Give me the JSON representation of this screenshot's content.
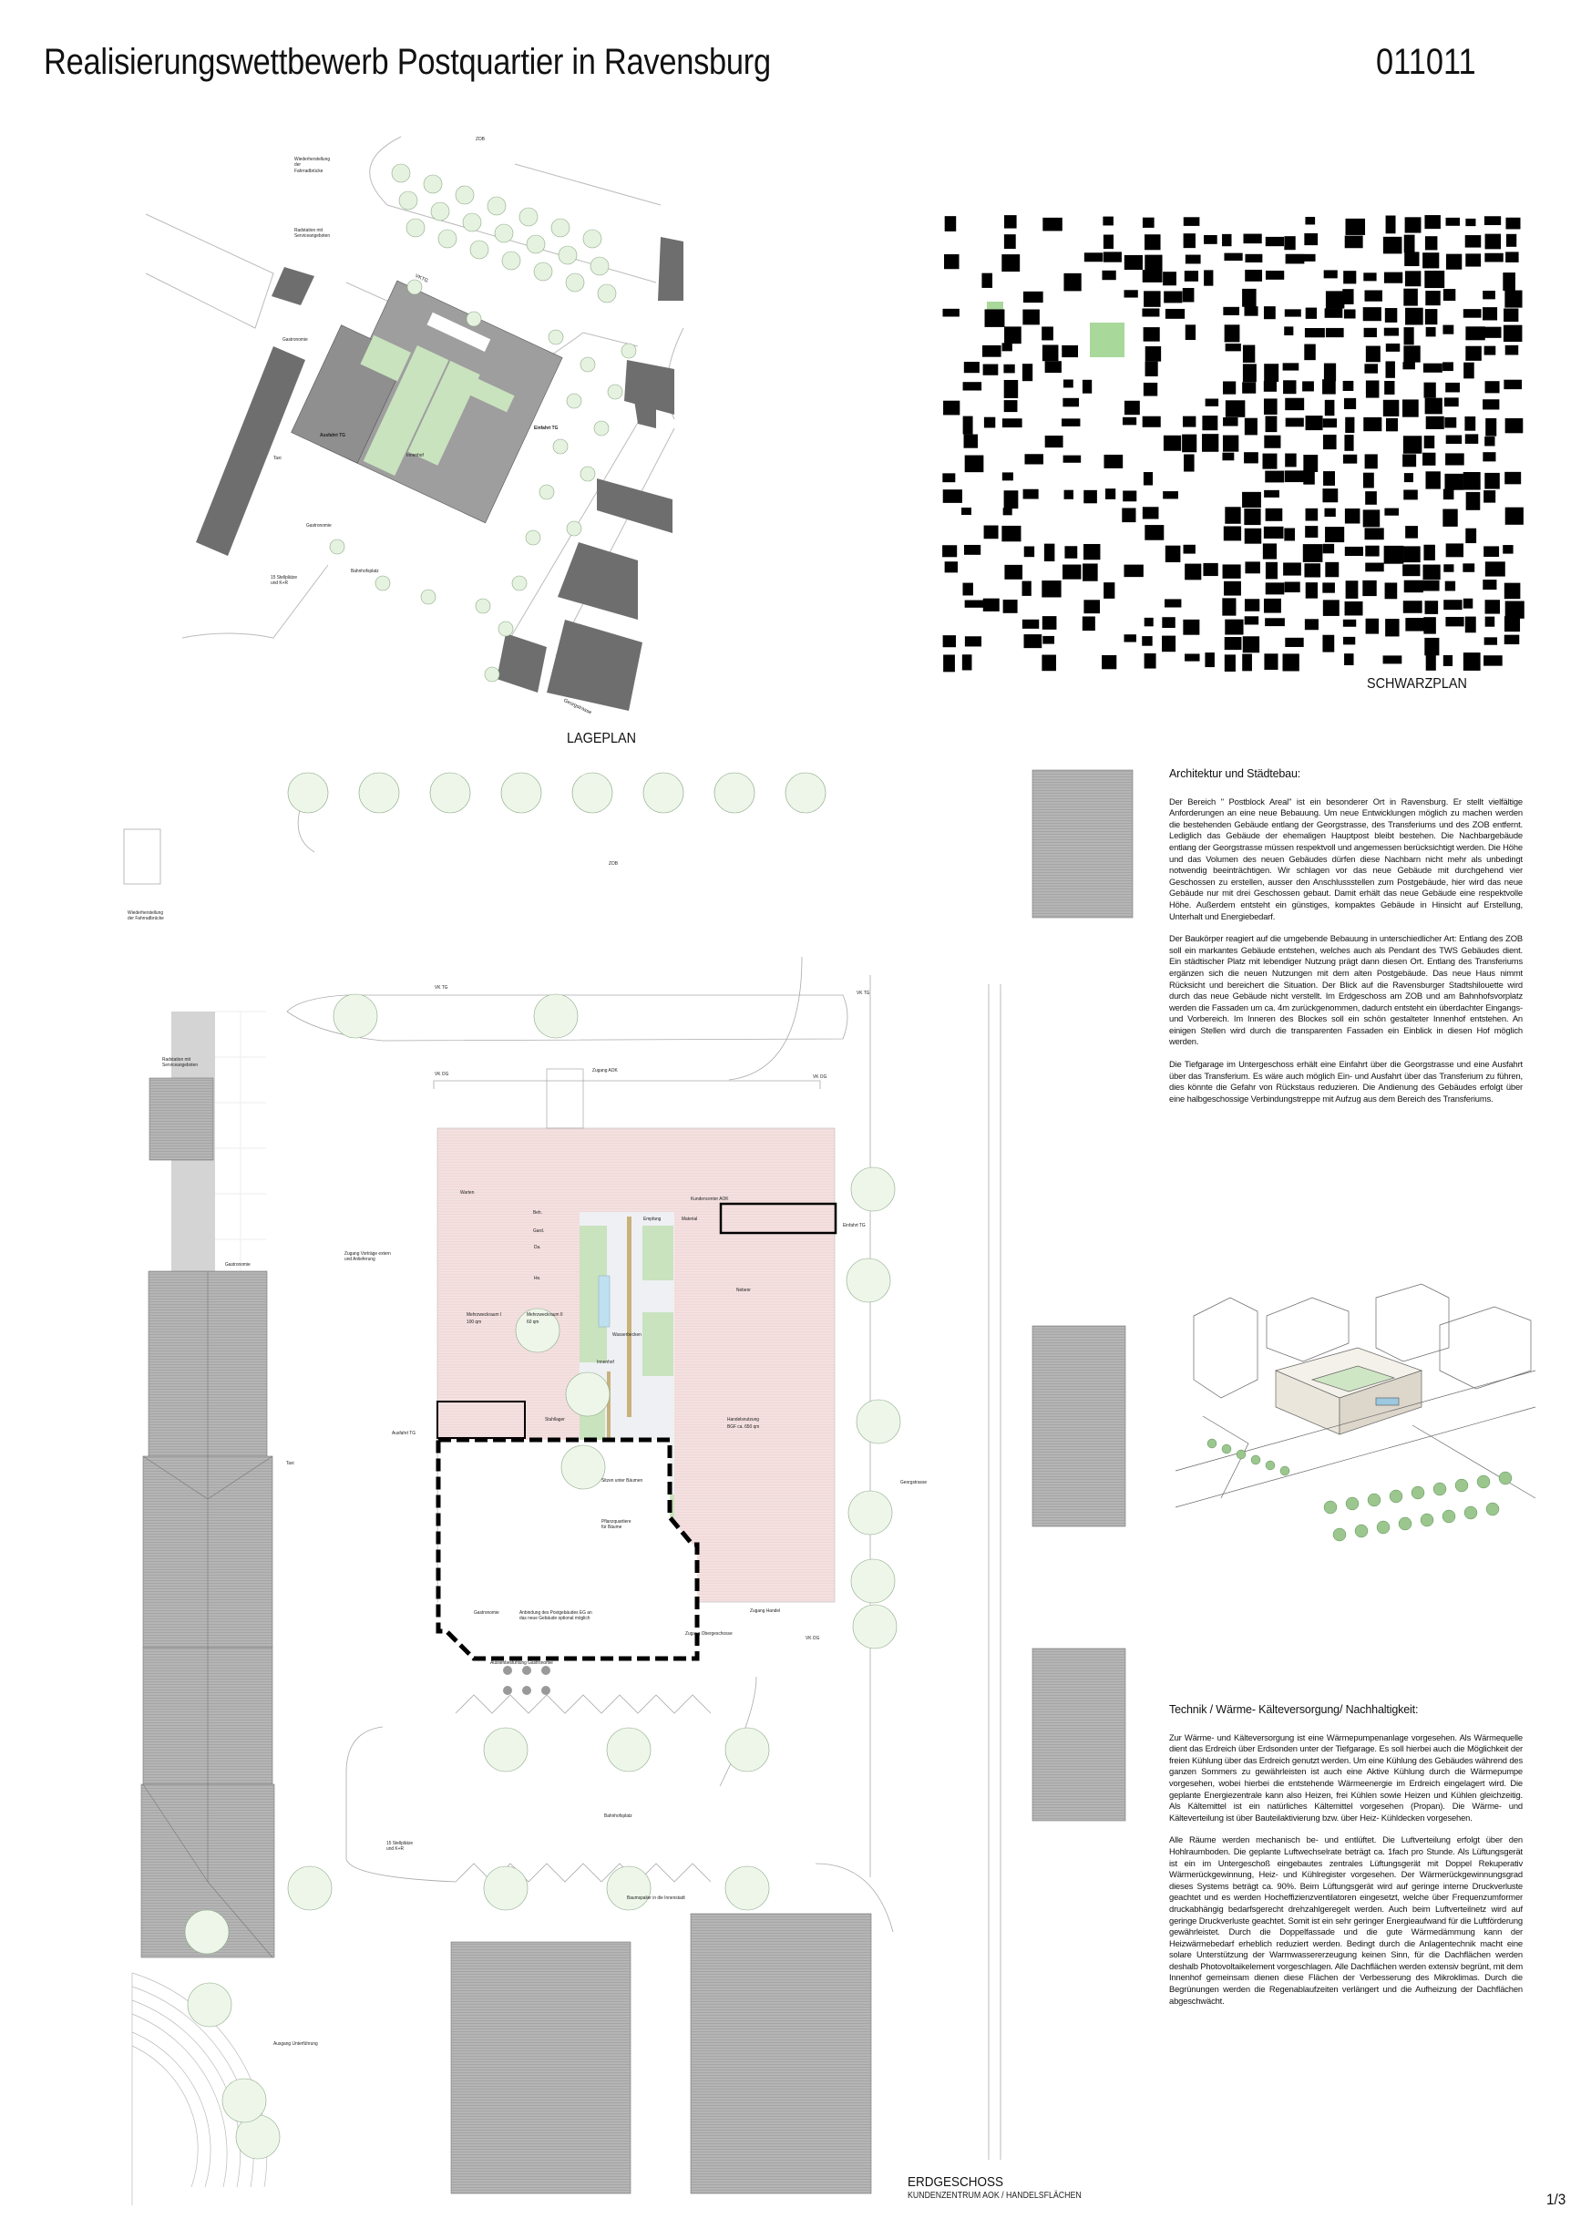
{
  "header": {
    "title": "Realisierungswettbewerb Postquartier in Ravensburg",
    "code": "011011"
  },
  "lageplan": {
    "caption": "LAGEPLAN",
    "labels": {
      "zob": "ZOB",
      "bridge": "Wiederherstellung der Fahrradbrücke",
      "radstation": "Radstation mit Serviceangeboten",
      "vktg": "VKTG",
      "gastro1": "Gastronomie",
      "ausfahrt": "Ausfahrt TG",
      "innenhof": "Innenhof",
      "einfahrt": "Einfahrt TG",
      "taxi": "Taxi",
      "gastro2": "Gastronomie",
      "stellplaetze": "15 Stellplätze und K+R",
      "bahnhofsplatz": "Bahnhofsplatz",
      "georgstrasse": "Georgstrasse"
    }
  },
  "schwarzplan": {
    "caption": "SCHWARZPLAN"
  },
  "erdgeschoss": {
    "caption": "ERDGESCHOSS",
    "subtitle": "KUNDENZENTRUM AOK / HANDELSFLÄCHEN",
    "labels": {
      "zob": "ZOB",
      "bridge": "Wiederherstellung der Fahrradbrücke",
      "vktg_left": "VK TG",
      "vktg_right": "VK TG",
      "vkog_left": "VK OG",
      "vkog_right": "VK OG",
      "zugang_aok": "Zugang AOK",
      "radstation": "Radstation mit Serviceangeboten",
      "warten": "Warten",
      "kundencenter": "Kundencenter AOK",
      "beh": "Beh.",
      "gard": "Gard.",
      "da": "Da.",
      "he": "He.",
      "empfang": "Empfang",
      "material": "Material",
      "einfahrt": "Einfahrt TG",
      "gastro_left": "Gastronomie",
      "zugang_vortraege": "Zugang Vorträge extern und Anlieferung",
      "nebenr": "Nebenr",
      "mzr1": "Mehrzweckraum I",
      "mzr1_area": "100 qm",
      "mzr2": "Mehrzweckraum II",
      "mzr2_area": "60 qm",
      "wasserbecken": "Wasserbecken",
      "innenhof": "Innenhof",
      "stuhllager": "Stuhllager",
      "ausfahrt": "Ausfahrt TG",
      "handel": "Handelsnutzung",
      "handel_area": "BGF ca. 650 qm",
      "sitzen": "Sitzen unter Bäumen",
      "pflanz": "Pflanzquartiere für Bäume",
      "georgstrasse": "Georgstrasse",
      "taxi": "Taxi",
      "gastronomie": "Gastronomie",
      "anbindung": "Anbindung des Postgebäudes EG an das neue Gebäude optional möglich",
      "zugang_handel": "Zugang Handel",
      "zugang_og": "Zugang Obergeschosse",
      "vkog_bottom": "VK OG",
      "aussenbestuhlung": "Aussenbestuhlung Gastronomie",
      "bahnhofsplatz": "Bahnhofsplatz",
      "stellplaetze": "15 Stellplätze und K+R",
      "baumspalier": "Baumspalier in die Innenstadt",
      "unterfuehrung": "Ausgang Unterführung"
    }
  },
  "text1": {
    "heading": "Architektur und Städtebau:",
    "paragraphs": [
      "Der Bereich \" Postblock Areal\" ist ein besonderer Ort in Ravensburg. Er stellt vielfältige Anforderungen an eine neue Bebauung. Um neue Entwicklungen möglich zu machen werden die bestehenden Gebäude entlang der Georgstrasse, des Transferiums und des ZOB entfernt. Lediglich das Gebäude der ehemaligen Hauptpost bleibt bestehen. Die Nachbargebäude entlang der Georgstrasse müssen respektvoll und angemessen berücksichtigt werden. Die Höhe und das Volumen des neuen Gebäudes dürfen diese Nachbarn nicht mehr als unbedingt notwendig beeinträchtigen. Wir schlagen vor das neue Gebäude mit durchgehend vier Geschossen zu erstellen, ausser den Anschlussstellen zum Postgebäude, hier wird das neue Gebäude nur mit drei Geschossen gebaut. Damit erhält das neue Gebäude eine respektvolle Höhe. Außerdem entsteht ein günstiges, kompaktes Gebäude in Hinsicht auf Erstellung, Unterhalt und Energiebedarf.",
      "Der Baukörper reagiert auf die umgebende Bebauung in unterschiedlicher Art: Entlang des ZOB soll ein markantes Gebäude entstehen, welches auch als Pendant des TWS Gebäudes dient. Ein städtischer Platz mit lebendiger Nutzung prägt dann diesen Ort. Entlang des Transferiums ergänzen sich die neuen Nutzungen mit dem alten Postgebäude. Das neue Haus nimmt Rücksicht und bereichert die Situation. Der Blick auf die Ravensburger Stadtshilouette wird durch das neue Gebäude nicht verstellt. Im Erdgeschoss am ZOB und am Bahnhofsvorplatz werden die Fassaden um ca. 4m zurückgenommen, dadurch entsteht ein überdachter Eingangs- und Vorbereich. Im Inneren des Blockes soll ein schön gestalteter Innenhof entstehen. An einigen Stellen wird durch die transparenten Fassaden ein Einblick in diesen Hof möglich werden.",
      "Die Tiefgarage im Untergeschoss erhält eine Einfahrt über die Georgstrasse und eine Ausfahrt über das Transferium. Es wäre auch möglich Ein- und Ausfahrt über das Transferium zu führen, dies könnte die Gefahr von Rückstaus reduzieren. Die Andienung des Gebäudes erfolgt über eine halbgeschossige Verbindungstreppe mit Aufzug aus dem Bereich des Transferiums."
    ]
  },
  "text2": {
    "heading": "Technik / Wärme- Kälteversorgung/ Nachhaltigkeit:",
    "paragraphs": [
      "Zur Wärme- und Kälteversorgung ist eine Wärmepumpenanlage vorgesehen. Als Wärmequelle dient das Erdreich über Erdsonden unter der Tiefgarage. Es soll hierbei auch die Möglichkeit der freien Kühlung über das Erdreich genutzt werden. Um eine Kühlung des Gebäudes während des ganzen Sommers zu gewährleisten ist auch eine Aktive Kühlung durch die Wärmepumpe vorgesehen, wobei hierbei die entstehende Wärmeenergie im Erdreich eingelagert wird. Die geplante Energiezentrale kann also Heizen, frei Kühlen sowie Heizen und Kühlen gleichzeitig. Als Kältemittel ist ein natürliches Kältemittel vorgesehen (Propan). Die Wärme- und Kälteverteilung ist über Bauteilaktivierung bzw. über Heiz- Kühldecken vorgesehen.",
      "Alle Räume werden mechanisch be- und entlüftet. Die Luftverteilung erfolgt über den Hohlraumboden. Die geplante Luftwechselrate beträgt ca. 1fach pro Stunde. Als Lüftungsgerät ist ein im Untergeschoß eingebautes zentrales Lüftungsgerät mit Doppel Rekuperativ Wärmerückgewinnung, Heiz- und Kühlregister vorgesehen. Der Wärmerückgewinnungsgrad dieses Systems beträgt ca. 90%. Beim Lüftungsgerät wird auf geringe interne Druckverluste geachtet und es werden Hocheffizienzventilatoren eingesetzt, welche über Frequenzumformer druckabhängig bedarfsgerecht drehzahlgeregelt werden. Auch beim Luftverteilnetz wird auf geringe Druckverluste geachtet. Somit ist ein sehr geringer Energieaufwand für die Luftförderung gewährleistet. Durch die Doppelfassade und die gute Wärmedämmung kann der Heizwärmebedarf erheblich reduziert werden. Bedingt durch die Anlagentechnik macht eine solare Unterstützung der Warmwassererzeugung keinen Sinn, für die Dachflächen werden deshalb Photovoltaikelement vorgeschlagen. Alle Dachflächen werden extensiv begrünt, mit dem Innenhof gemeinsam dienen diese Flächen der Verbesserung des Mikroklimas. Durch die Begrünungen werden die Regenablaufzeiten verlängert und die Aufheizung der Dachflächen abgeschwächt."
    ]
  },
  "footer": {
    "page": "1/3"
  },
  "colors": {
    "pink": "#f3dede",
    "green": "#c9e3be",
    "gray": "#a9a9a9",
    "black": "#000000",
    "tree": "#7cbf6e"
  }
}
